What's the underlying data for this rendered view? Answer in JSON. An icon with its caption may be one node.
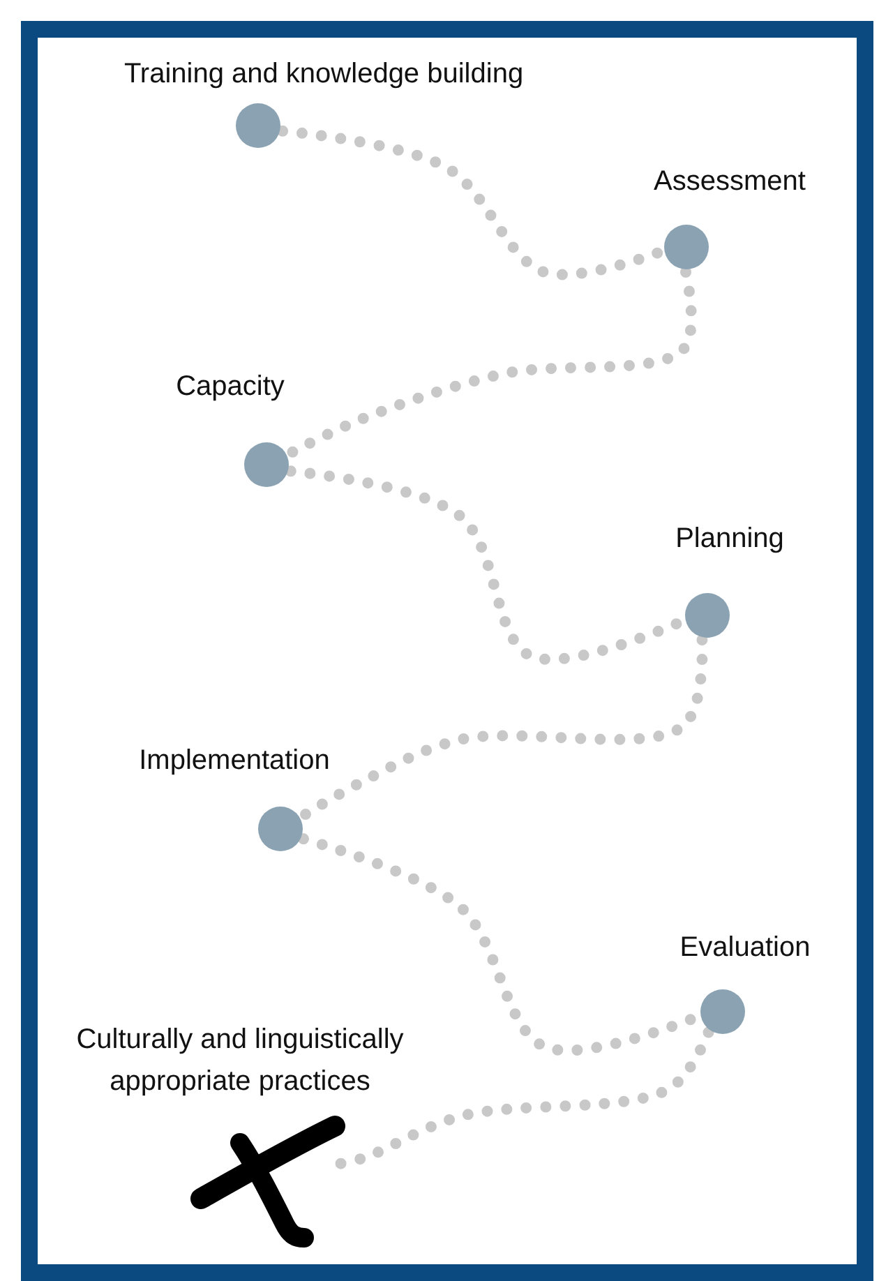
{
  "diagram": {
    "nodes": [
      {
        "text": [
          "Training and knowledge building"
        ]
      },
      {
        "text": [
          "Assessment"
        ]
      },
      {
        "text": [
          "Capacity"
        ]
      },
      {
        "text": [
          "Planning"
        ]
      },
      {
        "text": [
          "Implementation"
        ]
      },
      {
        "text": [
          "Evaluation"
        ]
      },
      {
        "text": [
          "Culturally and linguistically appropriate practices"
        ]
      }
    ],
    "edges": [
      {
        "from": 0,
        "to": 1,
        "arrow": "none"
      },
      {
        "from": 1,
        "to": 2,
        "arrow": "none"
      },
      {
        "from": 2,
        "to": 3,
        "arrow": "none"
      },
      {
        "from": 3,
        "to": 4,
        "arrow": "none"
      },
      {
        "from": 4,
        "to": 5,
        "arrow": "none"
      },
      {
        "from": 5,
        "to": 6,
        "arrow": "none"
      }
    ]
  }
}
